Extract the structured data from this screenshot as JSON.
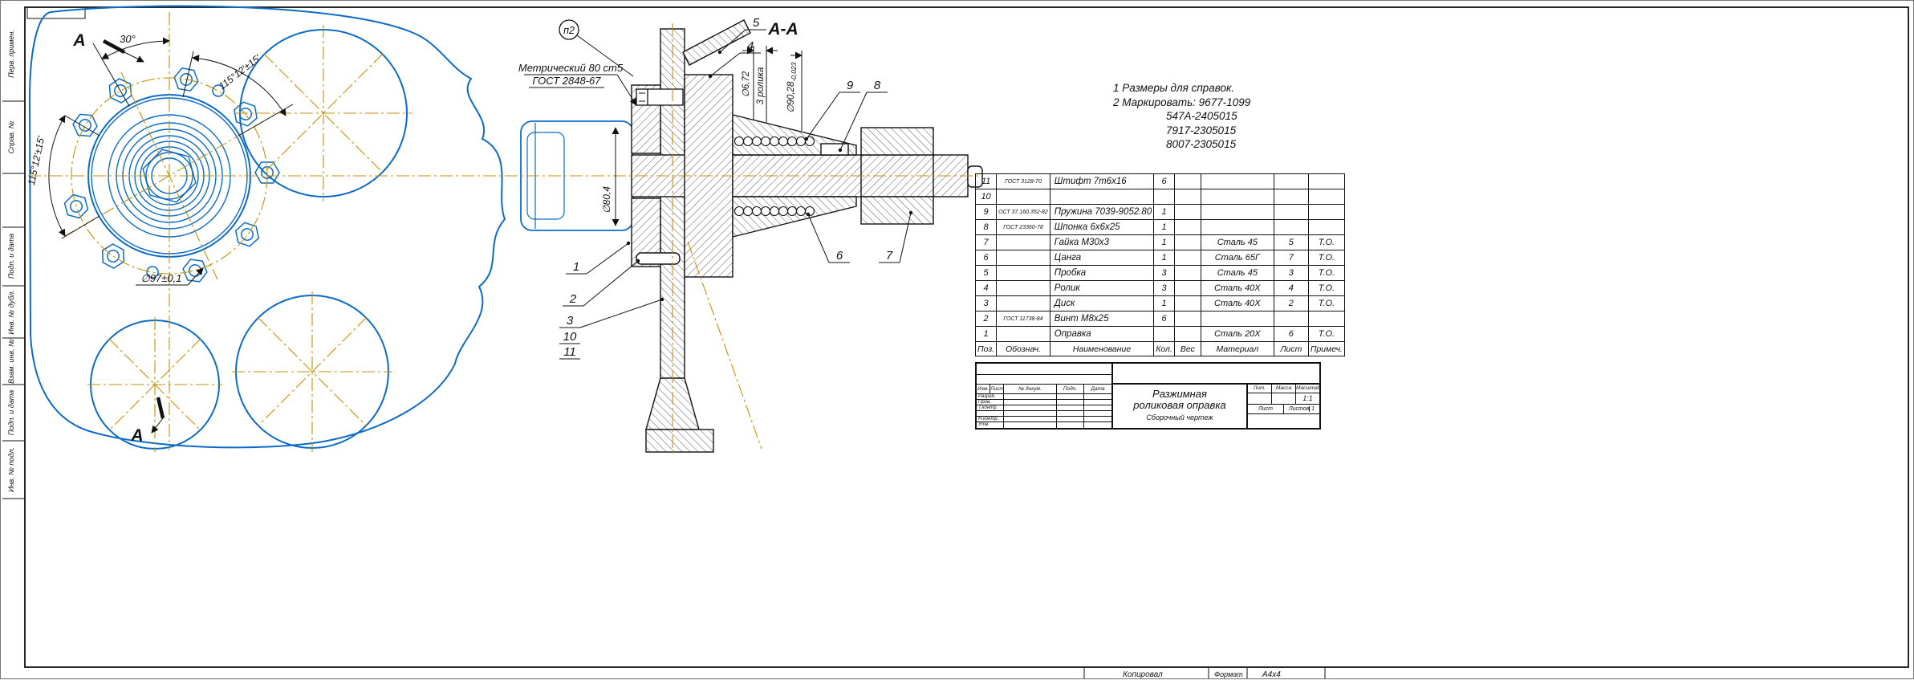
{
  "frame": {
    "margin_labels": [
      "Перв. примен.",
      "Справ. №",
      "Подп. и дата",
      "Инв. № дубл.",
      "Взам. инв. №",
      "Подп. и дата",
      "Инв. № подл."
    ],
    "copy_label": "Копировал",
    "format_label": "Формат",
    "format_value": "А4х4"
  },
  "front_view": {
    "dim_angle_30": "30°",
    "dim_angle_115_top": "115°12'±15'",
    "dim_angle_115_left": "115°12'±15'",
    "dim_dia_97": "∅97±0,1",
    "section_letter_top": "А",
    "section_letter_bottom": "А"
  },
  "section_view": {
    "label": "А-А",
    "balloon_p2": "п2",
    "thread_note_1": "Метрический 80 ст5",
    "thread_note_2": "ГОСТ 2848-67",
    "dim_dia_804": "∅80,4",
    "dim_dia_672": "∅6,72",
    "dim_rollers": "3 ролика",
    "dim_dia_9028": "∅90,28",
    "dim_dia_9028_tol": "-0,023",
    "balloons": {
      "b1": "1",
      "b2": "2",
      "b3": "3",
      "b4": "4",
      "b5": "5",
      "b6": "6",
      "b7": "7",
      "b8": "8",
      "b9": "9",
      "b10": "10",
      "b11": "11"
    }
  },
  "notes": {
    "line1": "1 Размеры для справок.",
    "line2": "2 Маркировать: 9677-1099",
    "line3": "547А-2405015",
    "line4": "7917-2305015",
    "line5": "8007-2305015"
  },
  "parts_table": {
    "headers": [
      "Поз.",
      "Обознач.",
      "Наименование",
      "Кол.",
      "Вес",
      "Материал",
      "Лист",
      "Примеч."
    ],
    "rows": [
      {
        "pos": "11",
        "designation": "ГОСТ 3128-70",
        "name": "Штифт 7m6х16",
        "qty": "6",
        "weight": "",
        "material": "",
        "sheet": "",
        "note": ""
      },
      {
        "pos": "10",
        "designation": "",
        "name": "",
        "qty": "",
        "weight": "",
        "material": "",
        "sheet": "",
        "note": ""
      },
      {
        "pos": "9",
        "designation": "ОСТ 37.160.352-82",
        "name": "Пружина 7039-9052.80",
        "qty": "1",
        "weight": "",
        "material": "",
        "sheet": "",
        "note": ""
      },
      {
        "pos": "8",
        "designation": "ГОСТ 23360-78",
        "name": "Шпонка 6х6х25",
        "qty": "1",
        "weight": "",
        "material": "",
        "sheet": "",
        "note": ""
      },
      {
        "pos": "7",
        "designation": "",
        "name": "Гайка М30х3",
        "qty": "1",
        "weight": "",
        "material": "Сталь 45",
        "sheet": "5",
        "note": "Т.О."
      },
      {
        "pos": "6",
        "designation": "",
        "name": "Цанга",
        "qty": "1",
        "weight": "",
        "material": "Сталь 65Г",
        "sheet": "7",
        "note": "Т.О."
      },
      {
        "pos": "5",
        "designation": "",
        "name": "Пробка",
        "qty": "3",
        "weight": "",
        "material": "Сталь 45",
        "sheet": "3",
        "note": "Т.О."
      },
      {
        "pos": "4",
        "designation": "",
        "name": "Ролик",
        "qty": "3",
        "weight": "",
        "material": "Сталь 40Х",
        "sheet": "4",
        "note": "Т.О."
      },
      {
        "pos": "3",
        "designation": "",
        "name": "Диск",
        "qty": "1",
        "weight": "",
        "material": "Сталь 40Х",
        "sheet": "2",
        "note": "Т.О."
      },
      {
        "pos": "2",
        "designation": "ГОСТ 11738-84",
        "name": "Винт М8х25",
        "qty": "6",
        "weight": "",
        "material": "",
        "sheet": "",
        "note": ""
      },
      {
        "pos": "1",
        "designation": "",
        "name": "Оправка",
        "qty": "",
        "weight": "",
        "material": "Сталь 20Х",
        "sheet": "6",
        "note": "Т.О."
      }
    ]
  },
  "title_block": {
    "header_cells": [
      "Изм.",
      "Лист",
      "№ докум.",
      "Подп.",
      "Дата"
    ],
    "roles": [
      "Разраб.",
      "Пров.",
      "Т.контр.",
      "",
      "Н.контр.",
      "Утв."
    ],
    "title_line1": "Разжимная",
    "title_line2": "роликовая оправка",
    "doc_type": "Сборочный чертеж",
    "lit_label": "Лит.",
    "mass_label": "Масса",
    "scale_label": "Масштаб",
    "scale_value": "1:1",
    "sheet_label": "Лист",
    "sheets_label": "Листов",
    "sheets_value": "1"
  }
}
